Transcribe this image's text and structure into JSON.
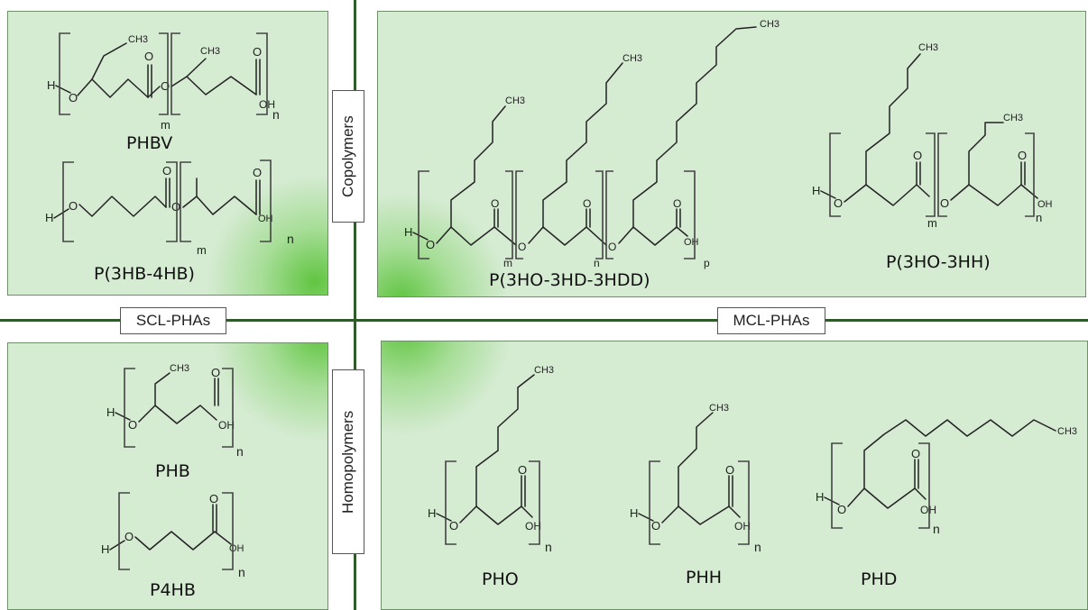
{
  "labels": {
    "copolymers": "Copolymers",
    "homopolymers": "Homopolymers",
    "scl": "SCL-PHAs",
    "mcl": "MCL-PHAs"
  },
  "polymers": {
    "phbv": "PHBV",
    "p3hb4hb": "P(3HB-4HB)",
    "p3ho3hd3hdd": "P(3HO-3HD-3HDD)",
    "p3ho3hh": "P(3HO-3HH)",
    "phb": "PHB",
    "p4hb": "P4HB",
    "pho": "PHO",
    "phh": "PHH",
    "phd": "PHD"
  },
  "atoms": {
    "h": "H",
    "o": "O",
    "oh": "OH",
    "ch3": "CH3"
  },
  "subscripts": {
    "m": "m",
    "n": "n",
    "p": "p"
  },
  "colors": {
    "panel": "#d5ebd2",
    "divider": "#2f5b2a",
    "glow": "#4cbe28"
  }
}
